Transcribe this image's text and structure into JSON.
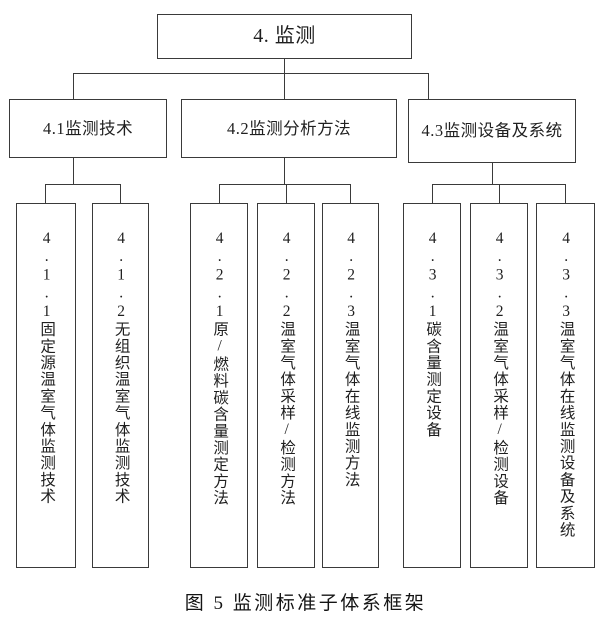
{
  "figure": {
    "caption": "图 5 监测标准子体系框架"
  },
  "tree": {
    "root": {
      "label": "4. 监测"
    },
    "branches": [
      {
        "label": "4.1监测技术",
        "children": [
          {
            "label": "4.1.1固定源温室气体监测技术"
          },
          {
            "label": "4.1.2无组织温室气体监测技术"
          }
        ]
      },
      {
        "label": "4.2监测分析方法",
        "children": [
          {
            "label": "4.2.1原/燃料碳含量测定方法"
          },
          {
            "label": "4.2.2温室气体采样/检测方法"
          },
          {
            "label": "4.2.3温室气体在线监测方法"
          }
        ]
      },
      {
        "label": "4.3监测设备及系统",
        "children": [
          {
            "label": "4.3.1碳含量测定设备"
          },
          {
            "label": "4.3.2温室气体采样/检测设备"
          },
          {
            "label": "4.3.3温室气体在线监测设备及系统"
          }
        ]
      }
    ]
  },
  "colors": {
    "stroke": "#3a3a3a",
    "text": "#1f1f1f",
    "background": "#ffffff"
  }
}
